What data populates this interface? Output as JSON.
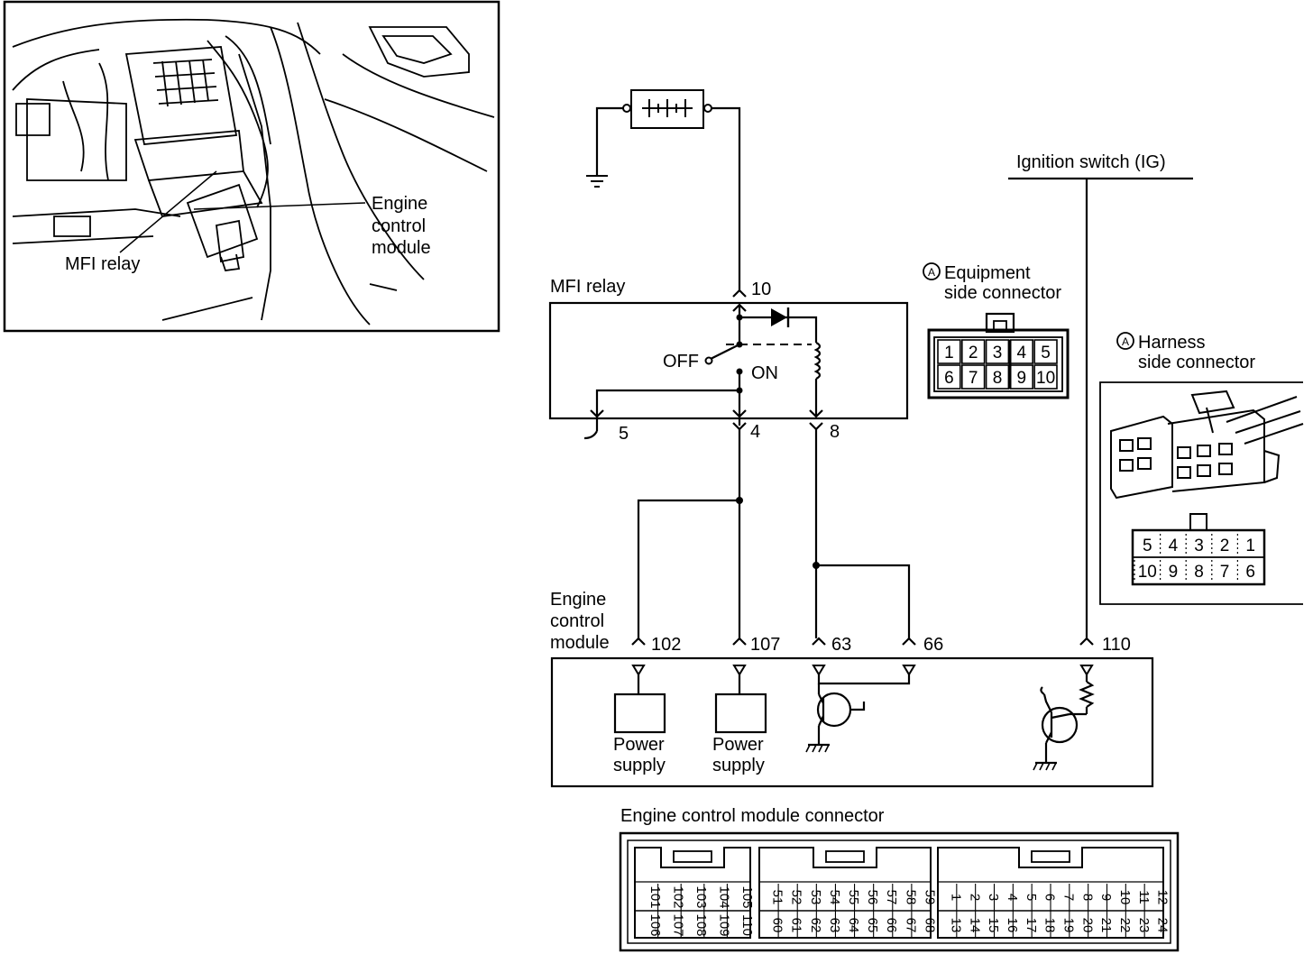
{
  "location_view": {
    "labels": {
      "ecm_line1": "Engine",
      "ecm_line2": "control",
      "ecm_line3": "module",
      "mfi_relay": "MFI relay"
    }
  },
  "relay": {
    "title": "MFI relay",
    "terminals": [
      "10",
      "5",
      "4",
      "8"
    ],
    "switch_labels": {
      "off": "OFF",
      "on": "ON"
    }
  },
  "ignition": {
    "label": "Ignition switch (IG)"
  },
  "equipment_connector": {
    "badge": "A",
    "line1": "Equipment",
    "line2": "side connector",
    "rows": [
      [
        "1",
        "2",
        "3",
        "4",
        "5"
      ],
      [
        "6",
        "7",
        "8",
        "9",
        "10"
      ]
    ]
  },
  "harness_connector": {
    "badge": "A",
    "line1": "Harness",
    "line2": "side connector",
    "rows": [
      [
        "5",
        "4",
        "3",
        "2",
        "1"
      ],
      [
        "10",
        "9",
        "8",
        "7",
        "6"
      ]
    ]
  },
  "ecm": {
    "title_line1": "Engine",
    "title_line2": "control",
    "title_line3": "module",
    "pins": [
      "102",
      "107",
      "63",
      "66",
      "110"
    ],
    "power_supply_line1": "Power",
    "power_supply_line2": "supply"
  },
  "ecm_connector": {
    "title": "Engine control module connector",
    "block1": {
      "top": [
        "101",
        "102",
        "103",
        "104",
        "105"
      ],
      "bottom": [
        "106",
        "107",
        "108",
        "109",
        "110"
      ]
    },
    "block2": {
      "top": [
        "51",
        "52",
        "53",
        "54",
        "55",
        "56",
        "57",
        "58",
        "59"
      ],
      "bottom": [
        "60",
        "61",
        "62",
        "63",
        "64",
        "65",
        "66",
        "67",
        "68"
      ]
    },
    "block3": {
      "top": [
        "1",
        "2",
        "3",
        "4",
        "5",
        "6",
        "7",
        "8",
        "9",
        "10",
        "11",
        "12"
      ],
      "bottom": [
        "13",
        "14",
        "15",
        "16",
        "17",
        "18",
        "19",
        "20",
        "21",
        "22",
        "23",
        "24"
      ]
    }
  },
  "colors": {
    "line": "#000000",
    "background": "#ffffff"
  }
}
